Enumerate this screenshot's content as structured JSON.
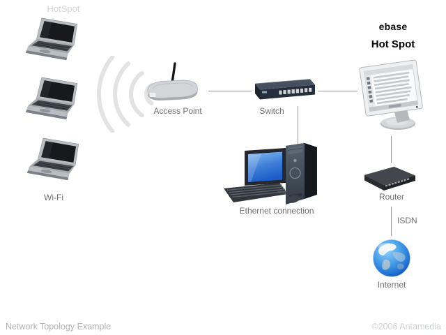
{
  "watermark": "HotSpot",
  "nodes": {
    "wifi": {
      "label": "Wi-Fi",
      "laptop_count": 3
    },
    "access_point": {
      "label": "Access Point"
    },
    "switch": {
      "label": "Switch",
      "port_count": 8
    },
    "ethernet_pc": {
      "label": "Ethernet connection"
    },
    "hotspot_server": {
      "brand": "ebase",
      "name": "Hot Spot"
    },
    "router": {
      "label": "Router"
    },
    "internet": {
      "label": "Internet"
    }
  },
  "links": {
    "isdn": {
      "label": "ISDN"
    },
    "connections": [
      "access_point - switch",
      "switch - hotspot_server",
      "switch - ethernet_pc",
      "hotspot_server - router",
      "router - internet"
    ]
  },
  "footer": {
    "left": "Network Topology Example",
    "right": "©2006 Antamedia"
  },
  "colors": {
    "background": "#ffffff",
    "label_gray": "#6e6e6e",
    "line_gray": "#979797",
    "watermark_gray": "#d5d5d5",
    "footer_left_gray": "#b3b3b3",
    "footer_right_gray": "#cdd2d6",
    "title_black": "#000000",
    "switch_navy": "#262f3b",
    "globe_blue": "#2f7fd6",
    "wave_gray": "#e3e3e3"
  },
  "icons": [
    "laptop-icon",
    "wifi-waves-icon",
    "access-point-icon",
    "switch-icon",
    "desktop-pc-icon",
    "server-monitor-icon",
    "router-icon",
    "internet-globe-icon"
  ]
}
